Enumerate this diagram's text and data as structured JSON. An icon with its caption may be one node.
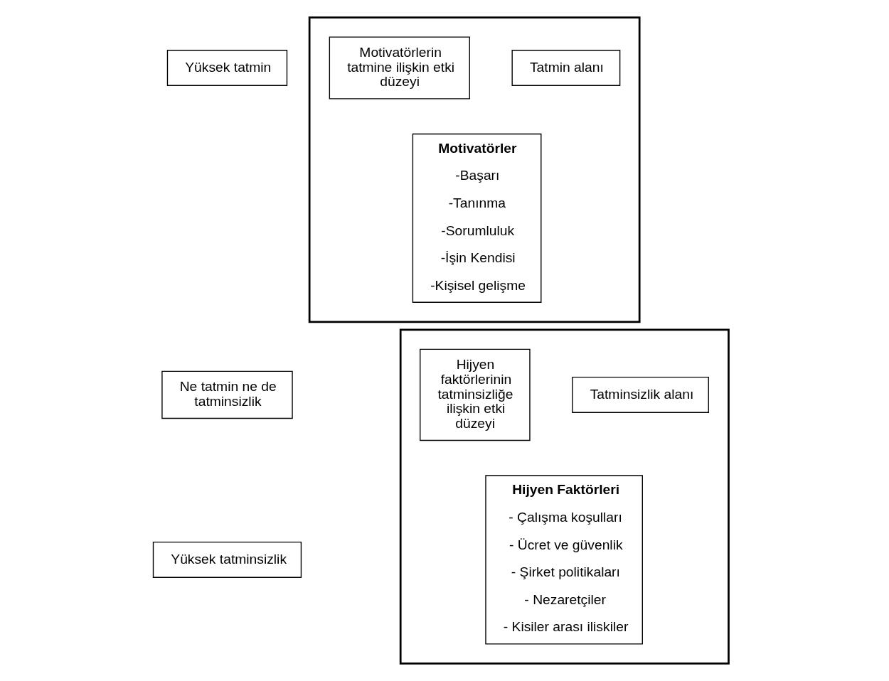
{
  "diagram": {
    "nodes": [
      {
        "text": [
          "Yüksek tatmin"
        ]
      },
      {
        "text": [],
        "shape": "box"
      },
      {
        "text": [
          "Tatmin alanı"
        ],
        "in": 1
      },
      {
        "text": [
          "Motivatörlerin tatmine ilişkin etki düzeyi"
        ],
        "in": 1
      },
      {
        "text": [
          "Motivatörler",
          "-Başarı",
          "-Tanınma",
          "-Sorumluluk",
          "-İşin Kendisi",
          "-Kişisel gelişme"
        ],
        "in": 1
      },
      {
        "text": [
          "Ne tatmin ne de tatminsizlik"
        ]
      },
      {
        "text": [],
        "shape": "box"
      },
      {
        "text": [
          "Tatminsizlik alanı"
        ],
        "in": 6
      },
      {
        "text": [
          "Hijyen faktörlerinin tatminsizliğe ilişkin etki düzeyi"
        ],
        "in": 6
      },
      {
        "text": [
          "Hijyen Faktörleri",
          "- Çalışma koşulları",
          "- Ücret ve güvenlik",
          "- Şirket politikaları",
          "- Nezaretçiler",
          "- Kisiler arası iliskiler"
        ],
        "in": 6
      },
      {
        "text": [
          "Yüksek tatminsizlik"
        ]
      }
    ]
  }
}
